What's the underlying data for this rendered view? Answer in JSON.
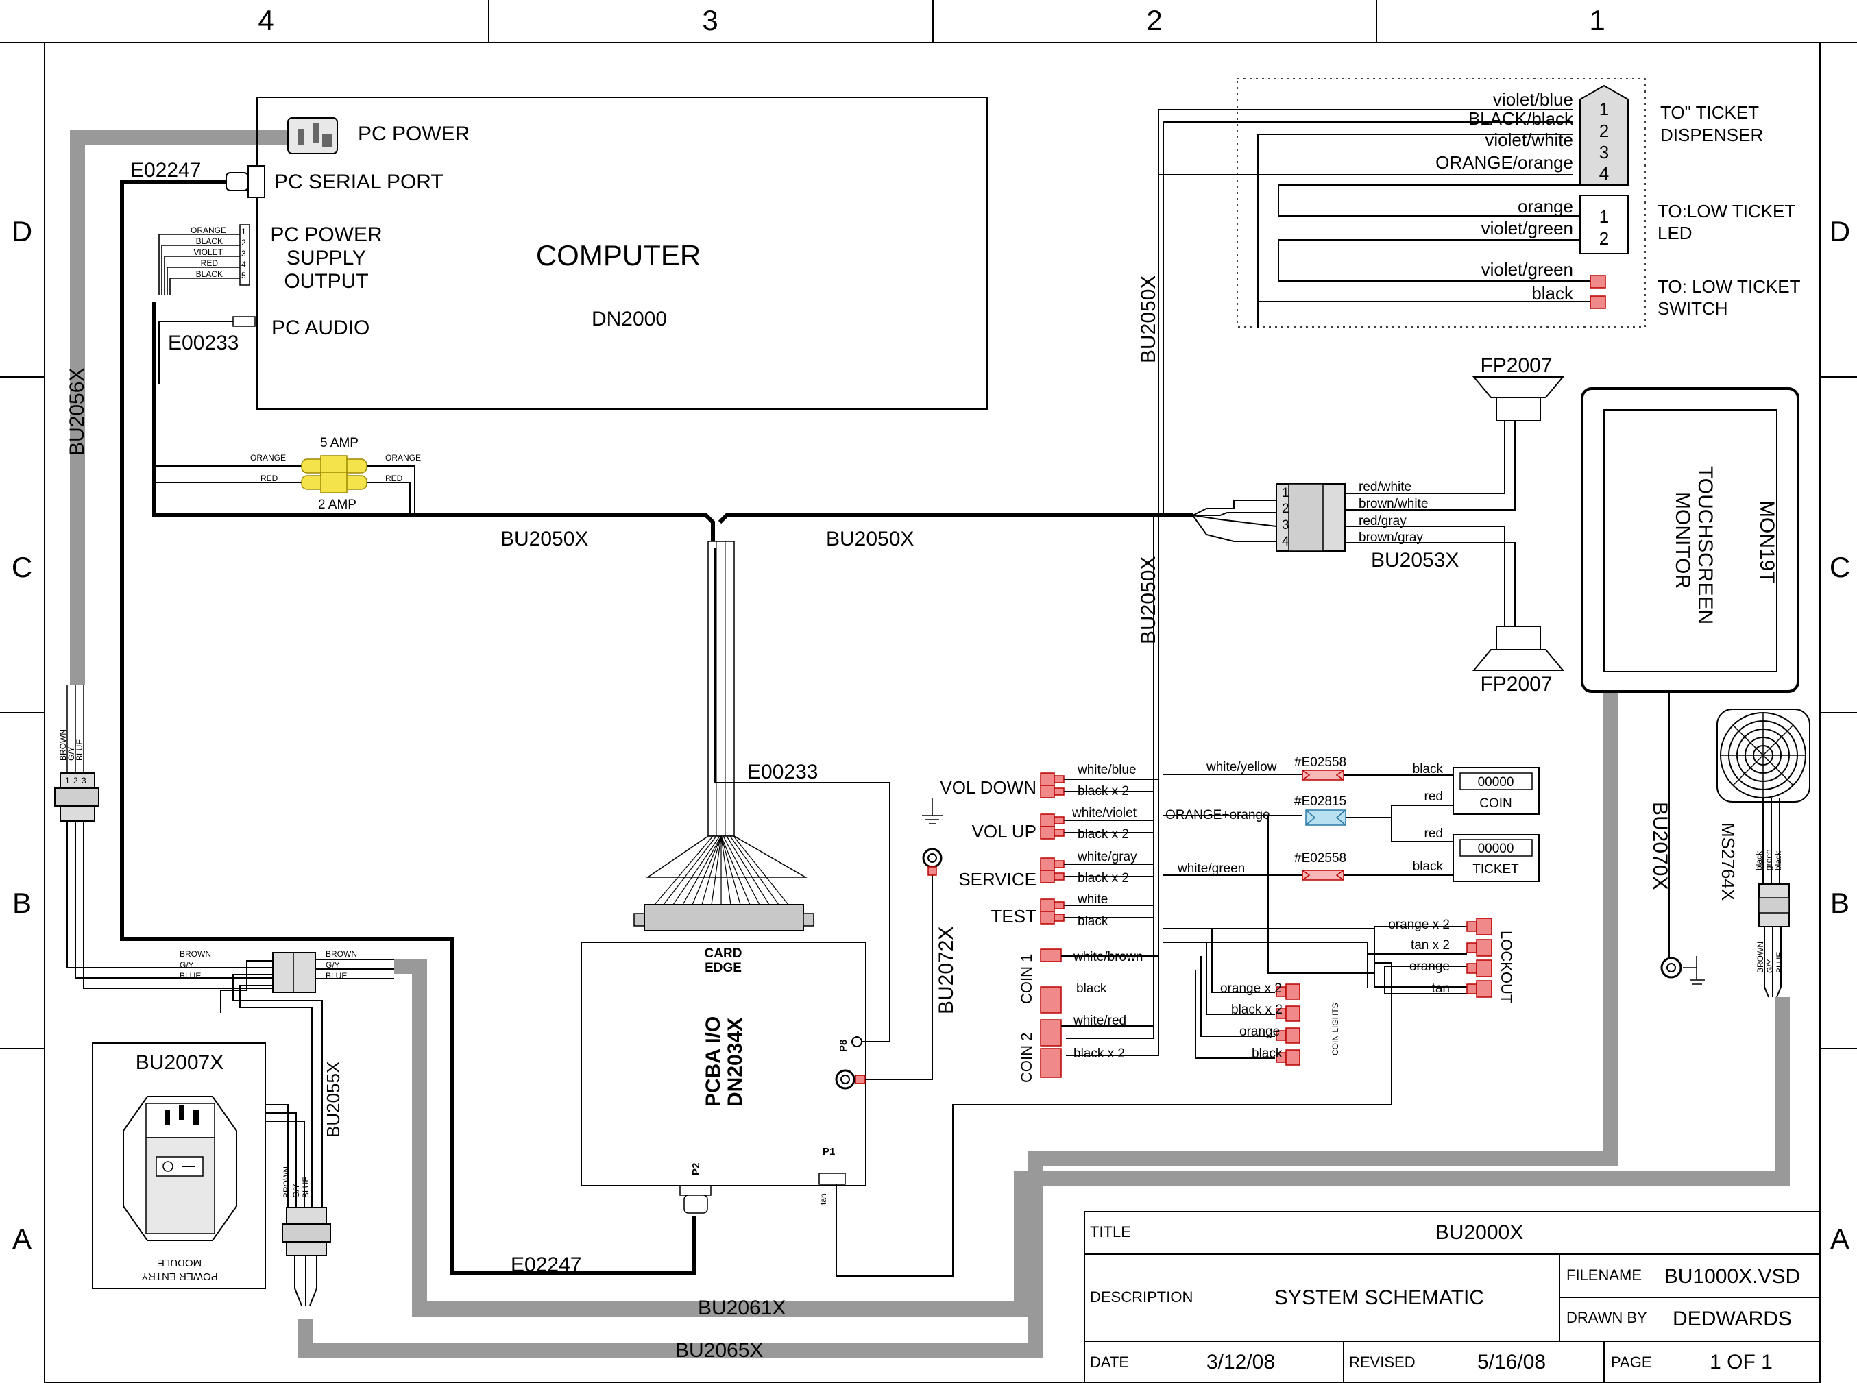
{
  "border": {
    "columns": [
      "4",
      "3",
      "2",
      "1"
    ],
    "rows": [
      "D",
      "C",
      "B",
      "A"
    ]
  },
  "computer": {
    "title": "COMPUTER",
    "model": "DN2000",
    "pc_power": "PC POWER",
    "pc_serial_port": "PC SERIAL PORT",
    "psu_output": [
      "PC POWER",
      "SUPPLY",
      "OUTPUT"
    ],
    "pc_audio": "PC AUDIO",
    "psu_pins": [
      "1",
      "2",
      "3",
      "4",
      "5"
    ],
    "psu_wires": [
      "ORANGE",
      "BLACK",
      "VIOLET",
      "RED",
      "BLACK"
    ]
  },
  "cables": {
    "e02247_top": "E02247",
    "e00233_top": "E00233",
    "bu2056x": "BU2056X",
    "bu2050x_left": "BU2050X",
    "bu2050x_right": "BU2050X",
    "bu2050x_vert_top": "BU2050X",
    "bu2050x_vert_mid": "BU2050X",
    "bu2053x": "BU2053X",
    "e00233_mid": "E00233",
    "bu2072x": "BU2072X",
    "bu2055x": "BU2055X",
    "bu2070x": "BU2070X",
    "ms2764x": "MS2764X",
    "e02247_bottom": "E02247",
    "bu2061x": "BU2061X",
    "bu2065x": "BU2065X"
  },
  "fuses": {
    "five_amp": "5 AMP",
    "two_amp": "2 AMP",
    "orange_left": "ORANGE",
    "orange_right": "ORANGE",
    "red_left": "RED",
    "red_right": "RED"
  },
  "ticket": {
    "dispenser_wires": [
      "violet/blue",
      "BLACK/black",
      "violet/white",
      "ORANGE/orange"
    ],
    "dispenser_pins": [
      "1",
      "2",
      "3",
      "4"
    ],
    "dispenser_label": [
      "TO\" TICKET",
      "DISPENSER"
    ],
    "led_wires": [
      "orange",
      "violet/green"
    ],
    "led_pins": [
      "1",
      "2"
    ],
    "led_label": [
      "TO:LOW TICKET",
      "LED"
    ],
    "switch_wires": [
      "violet/green",
      "black"
    ],
    "switch_label": [
      "TO: LOW TICKET",
      "SWITCH"
    ]
  },
  "speakers": {
    "top": "FP2007",
    "bottom": "FP2007",
    "wires": [
      "red/white",
      "brown/white",
      "red/gray",
      "brown/gray"
    ],
    "pins": [
      "1",
      "2",
      "3",
      "4"
    ]
  },
  "monitor": {
    "line1": "TOUCHSCREEN",
    "line2": "MONITOR",
    "model": "MON19T"
  },
  "buttons": {
    "vol_down": "VOL DOWN",
    "vol_up": "VOL UP",
    "service": "SERVICE",
    "test": "TEST",
    "coin1": "COIN 1",
    "coin2": "COIN 2",
    "wires": [
      "white/blue",
      "black x 2",
      "white/violet",
      "black x 2",
      "white/gray",
      "black x 2",
      "white",
      "black",
      "white/brown",
      "black",
      "white/red",
      "black x 2"
    ]
  },
  "meters": {
    "white_yellow": "white/yellow",
    "e02558_a": "#E02558",
    "e02815": "#E02815",
    "e02558_b": "#E02558",
    "orange_plus": "ORANGE+orange",
    "white_green": "white/green",
    "black_a": "black",
    "red_a": "red",
    "red_b": "red",
    "black_b": "black",
    "coin_value": "00000",
    "coin_label": "COIN",
    "ticket_value": "00000",
    "ticket_label": "TICKET"
  },
  "lockout": {
    "label": "LOCKOUT",
    "wires": [
      "orange x 2",
      "tan x 2",
      "orange",
      "tan"
    ]
  },
  "coin_lights": {
    "label": "COIN LIGHTS",
    "wires": [
      "orange x 2",
      "black x 2",
      "orange",
      "black"
    ]
  },
  "pcba": {
    "card_edge": [
      "CARD",
      "EDGE"
    ],
    "title": [
      "PCBA I/O",
      "DN2034X"
    ],
    "p8": "P8",
    "p1": "P1",
    "p2": "P2",
    "tan": "tan"
  },
  "power_entry": {
    "cable": "BU2007X",
    "label": [
      "POWER ENTRY",
      "MODULE"
    ]
  },
  "terminals": {
    "left_wires": [
      "BROWN",
      "G/Y",
      "BLUE"
    ],
    "left_pins": [
      "1",
      "2",
      "3"
    ],
    "mid_wires_in": [
      "BROWN",
      "G/Y",
      "BLUE"
    ],
    "mid_wires_out": [
      "BROWN",
      "G/Y",
      "BLUE"
    ],
    "bottom_wires": [
      "BROWN",
      "G/Y",
      "BLUE"
    ],
    "fan_wires_top": [
      "black",
      "green",
      "black"
    ],
    "fan_wires_bottom": [
      "BROWN",
      "G/Y",
      "BLUE"
    ]
  },
  "title_block": {
    "title_label": "TITLE",
    "title_value": "BU2000X",
    "description_label": "DESCRIPTION",
    "description_value": "SYSTEM SCHEMATIC",
    "filename_label": "FILENAME",
    "filename_value": "BU1000X.VSD",
    "drawn_by_label": "DRAWN BY",
    "drawn_by_value": "DEDWARDS",
    "date_label": "DATE",
    "date_value": "3/12/08",
    "revised_label": "REVISED",
    "revised_value": "5/16/08",
    "page_label": "PAGE",
    "page_value": "1 OF 1"
  }
}
